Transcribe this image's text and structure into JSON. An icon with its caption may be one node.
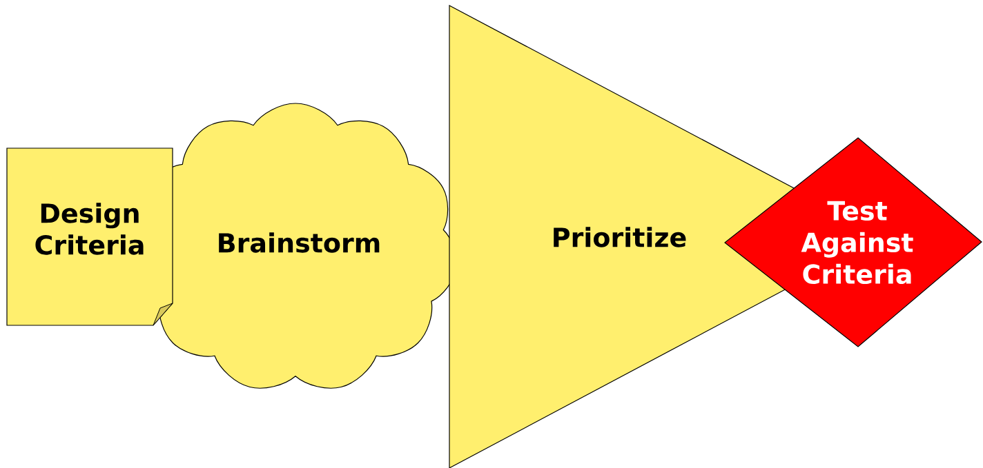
{
  "diagram": {
    "nodes": [
      {
        "text": [
          "Design Criteria"
        ]
      },
      {
        "text": [
          "Brainstorm"
        ]
      },
      {
        "text": [
          "Prioritize"
        ]
      },
      {
        "text": [
          "Test Against Criteria"
        ]
      }
    ]
  }
}
